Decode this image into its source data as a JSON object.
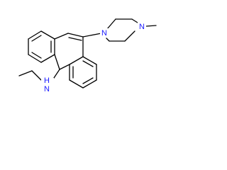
{
  "molecule": {
    "atoms": {
      "n_piperazine_aryl": "N",
      "n_piperazine_methyl": "N",
      "n_amine": "N",
      "n_amine_h": "H"
    }
  },
  "colors": {
    "bond": "#000000",
    "heteroatom": "#1a1aff",
    "background": "#ffffff"
  }
}
